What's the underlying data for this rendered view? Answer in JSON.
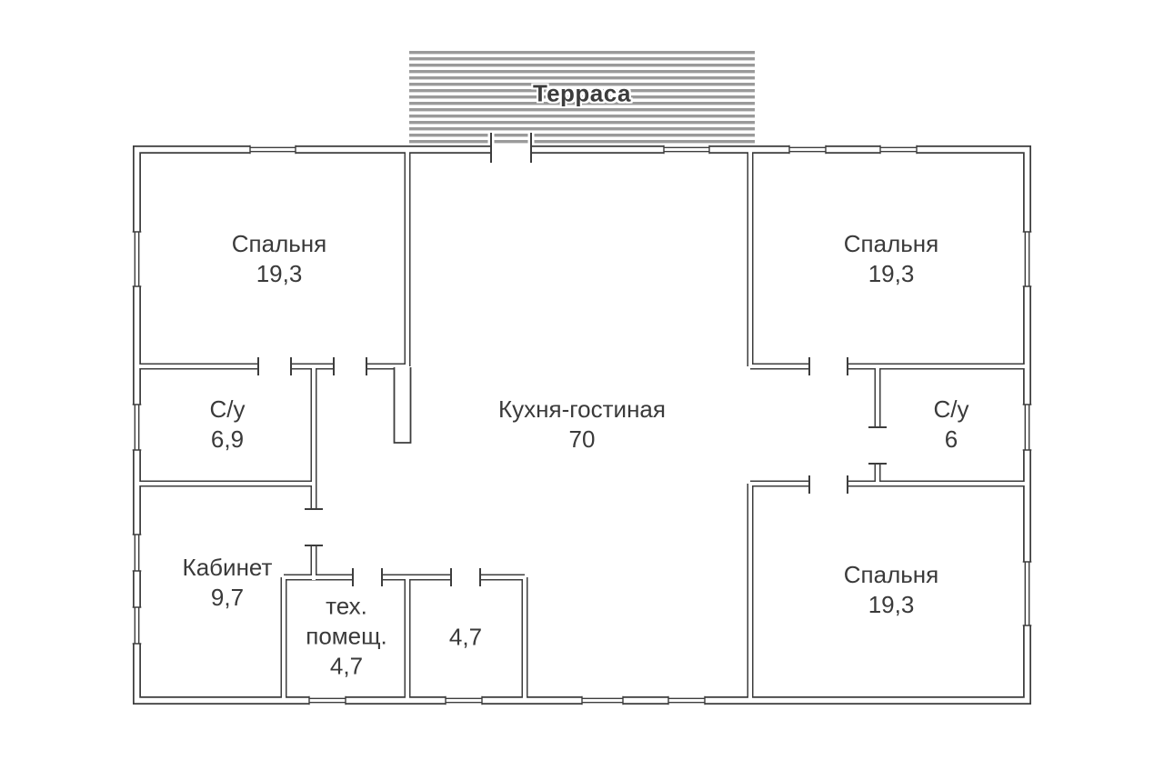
{
  "terrace": {
    "label": "Терраса"
  },
  "rooms": {
    "bedroom_top_left": {
      "name": "Спальня",
      "area": "19,3"
    },
    "bedroom_top_right": {
      "name": "Спальня",
      "area": "19,3"
    },
    "kitchen_living": {
      "name": "Кухня-гостиная",
      "area": "70"
    },
    "bathroom_left": {
      "name": "С/у",
      "area": "6,9"
    },
    "bathroom_right": {
      "name": "С/у",
      "area": "6"
    },
    "office": {
      "name": "Кабинет",
      "area": "9,7"
    },
    "tech_room": {
      "name_line1": "тех.",
      "name_line2": "помещ.",
      "area": "4,7"
    },
    "storage": {
      "area": "4,7"
    },
    "bedroom_bottom_right": {
      "name": "Спальня",
      "area": "19,3"
    }
  },
  "colors": {
    "wall": "#3d3d3d",
    "terrace_stripe": "#9a9a9a",
    "label_text": "#3a3a3a",
    "background": "#ffffff"
  }
}
